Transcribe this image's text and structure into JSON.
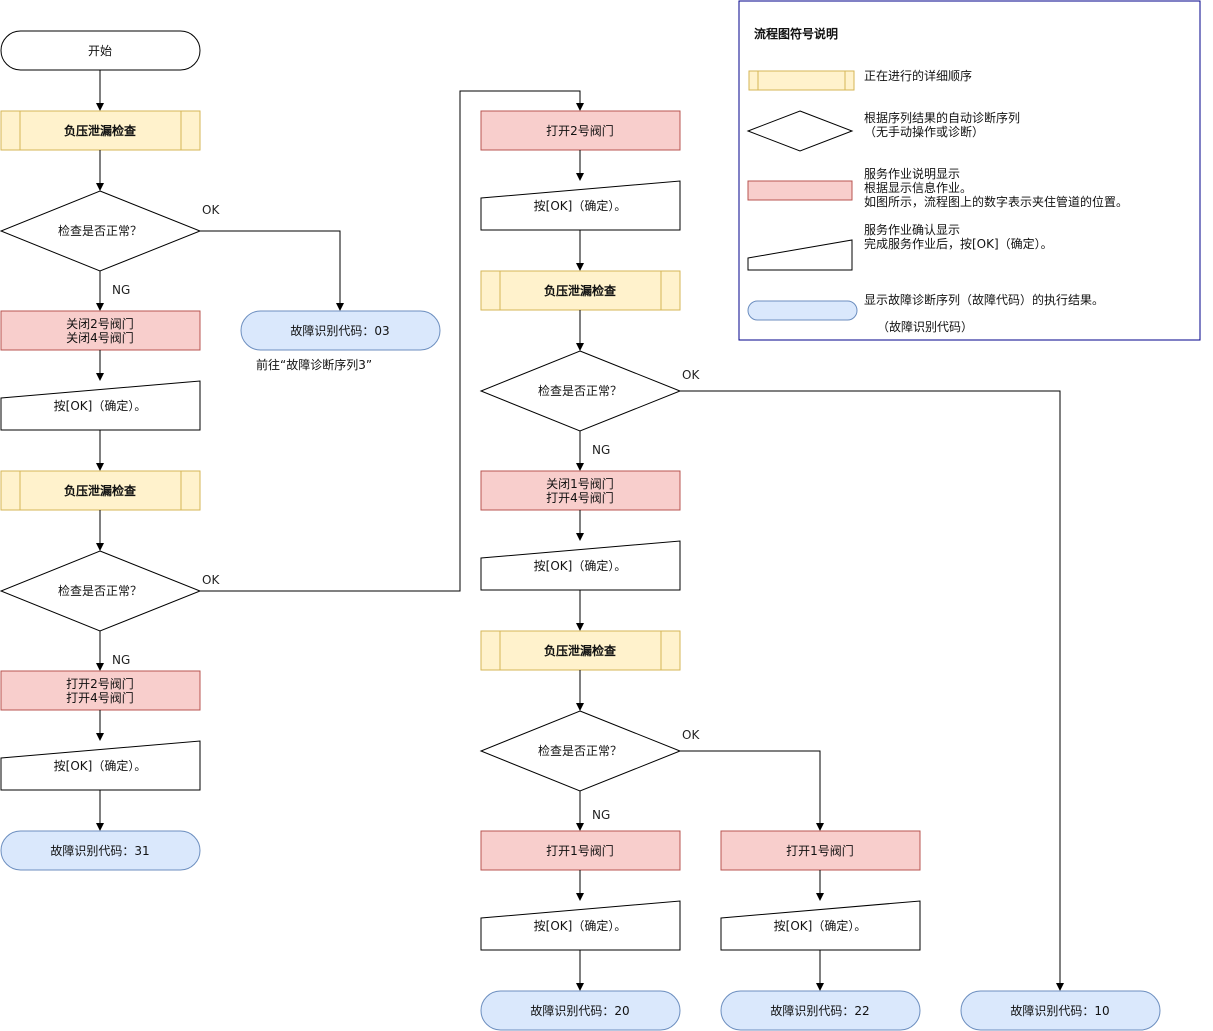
{
  "nodes": {
    "start": "开始",
    "p1": "负压泄漏检查",
    "d1": "检查是否正常？",
    "end03": "故障识别代码：03",
    "end03_note": "前往“故障诊断序列3”",
    "a1_line1": "关闭2号阀门",
    "a1_line2": "关闭4号阀门",
    "ok1": "按[OK]（确定）。",
    "p2": "负压泄漏检查",
    "d2": "检查是否正常？",
    "a2_line1": "打开2号阀门",
    "a2_line2": "打开4号阀门",
    "ok2": "按[OK]（确定）。",
    "end31": "故障识别代码：31",
    "a3": "打开2号阀门",
    "ok3": "按[OK]（确定）。",
    "p3": "负压泄漏检查",
    "d3": "检查是否正常？",
    "a4_line1": "关闭1号阀门",
    "a4_line2": "打开4号阀门",
    "ok4": "按[OK]（确定）。",
    "p4": "负压泄漏检查",
    "d4": "检查是否正常？",
    "a5": "打开1号阀门",
    "ok5": "按[OK]（确定）。",
    "end20": "故障识别代码：20",
    "a6": "打开1号阀门",
    "ok6": "按[OK]（确定）。",
    "end22": "故障识别代码：22",
    "end10": "故障识别代码：10"
  },
  "edge_labels": {
    "ok": "OK",
    "ng": "NG"
  },
  "legend": {
    "title": "流程图符号说明",
    "item1": "正在进行的详细顺序",
    "item2_line1": "根据序列结果的自动诊断序列",
    "item2_line2": "（无手动操作或诊断）",
    "item3_line1": "服务作业说明显示",
    "item3_line2": "根据显示信息作业。",
    "item3_line3": "如图所示，流程图上的数字表示夹住管道的位置。",
    "item4_line1": "服务作业确认显示",
    "item4_line2": "完成服务作业后，按[OK]（确定）。",
    "item5_line1": "显示故障诊断序列（故障代码）的执行结果。",
    "item5_line2": "（故障识别代码）"
  },
  "colors": {
    "process_fill": "#fff2cc",
    "process_stroke": "#d6b656",
    "action_fill": "#f8cecc",
    "action_stroke": "#b85450",
    "result_fill": "#dae8fc",
    "result_stroke": "#6c8ebf",
    "legend_border": "#00008b"
  }
}
